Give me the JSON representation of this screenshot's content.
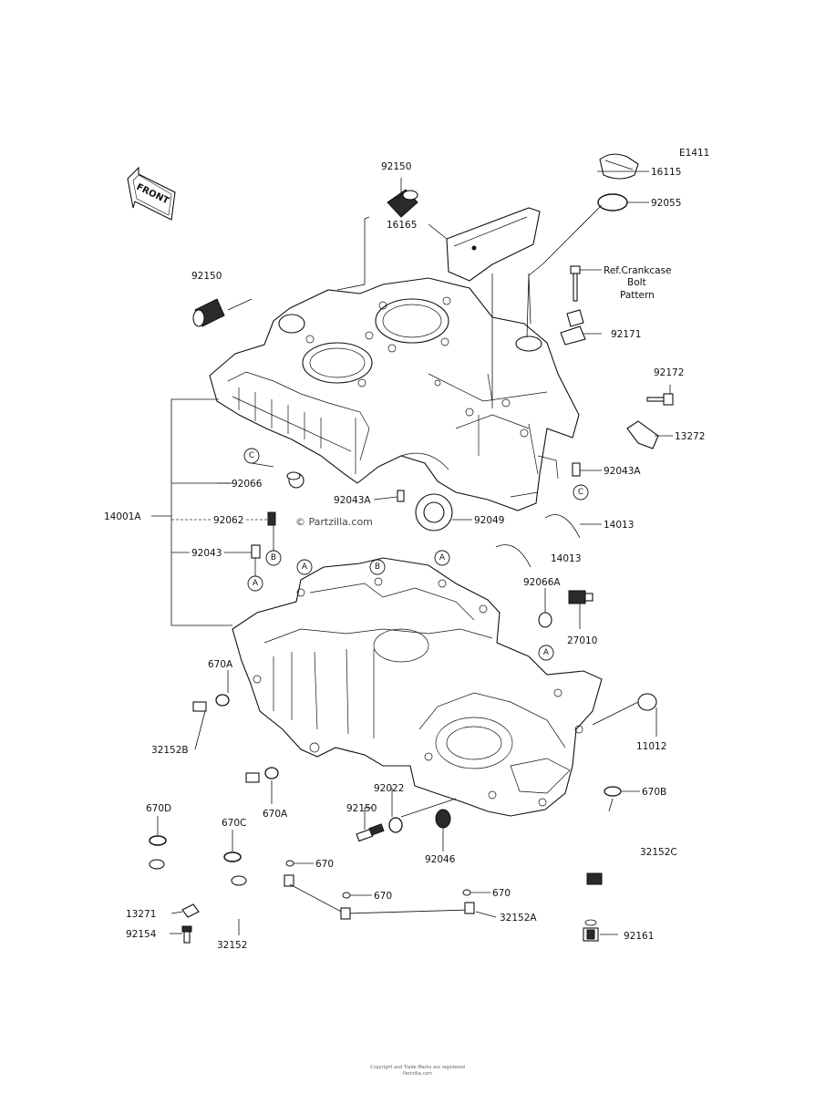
{
  "diagram_id": "E1411",
  "front_arrow": "FRONT",
  "watermark": "© Partzilla.com",
  "footer": [
    "Copyright and Trade Marks are registered",
    "Partzilla.com"
  ],
  "labels": [
    {
      "id": "92150_top",
      "text": "92150"
    },
    {
      "id": "16115",
      "text": "16115"
    },
    {
      "id": "92055",
      "text": "92055"
    },
    {
      "id": "16165",
      "text": "16165"
    },
    {
      "id": "92150_left",
      "text": "92150"
    },
    {
      "id": "ref1",
      "text": "Ref.Crankcase"
    },
    {
      "id": "ref2",
      "text": "Bolt"
    },
    {
      "id": "ref3",
      "text": "Pattern"
    },
    {
      "id": "92171",
      "text": "92171"
    },
    {
      "id": "92172",
      "text": "92172"
    },
    {
      "id": "13272",
      "text": "13272"
    },
    {
      "id": "92043A_r",
      "text": "92043A"
    },
    {
      "id": "92066",
      "text": "92066"
    },
    {
      "id": "14001A",
      "text": "14001A"
    },
    {
      "id": "92043A_m",
      "text": "92043A"
    },
    {
      "id": "92062",
      "text": "92062"
    },
    {
      "id": "92049",
      "text": "92049"
    },
    {
      "id": "14013_a",
      "text": "14013"
    },
    {
      "id": "92043",
      "text": "92043"
    },
    {
      "id": "14013_b",
      "text": "14013"
    },
    {
      "id": "92066A",
      "text": "92066A"
    },
    {
      "id": "27010",
      "text": "27010"
    },
    {
      "id": "670A_top",
      "text": "670A"
    },
    {
      "id": "11012",
      "text": "11012"
    },
    {
      "id": "32152B",
      "text": "32152B"
    },
    {
      "id": "92022",
      "text": "92022"
    },
    {
      "id": "670A_bot",
      "text": "670A"
    },
    {
      "id": "92150_bot",
      "text": "92150"
    },
    {
      "id": "670B",
      "text": "670B"
    },
    {
      "id": "670D",
      "text": "670D"
    },
    {
      "id": "670C",
      "text": "670C"
    },
    {
      "id": "92046",
      "text": "92046"
    },
    {
      "id": "32152C",
      "text": "32152C"
    },
    {
      "id": "670_a",
      "text": "670"
    },
    {
      "id": "670_b",
      "text": "670"
    },
    {
      "id": "670_c",
      "text": "670"
    },
    {
      "id": "13271",
      "text": "13271"
    },
    {
      "id": "32152A",
      "text": "32152A"
    },
    {
      "id": "92154",
      "text": "92154"
    },
    {
      "id": "32152",
      "text": "32152"
    },
    {
      "id": "92161",
      "text": "92161"
    }
  ],
  "callouts": {
    "A": "A",
    "B": "B",
    "C": "C"
  }
}
